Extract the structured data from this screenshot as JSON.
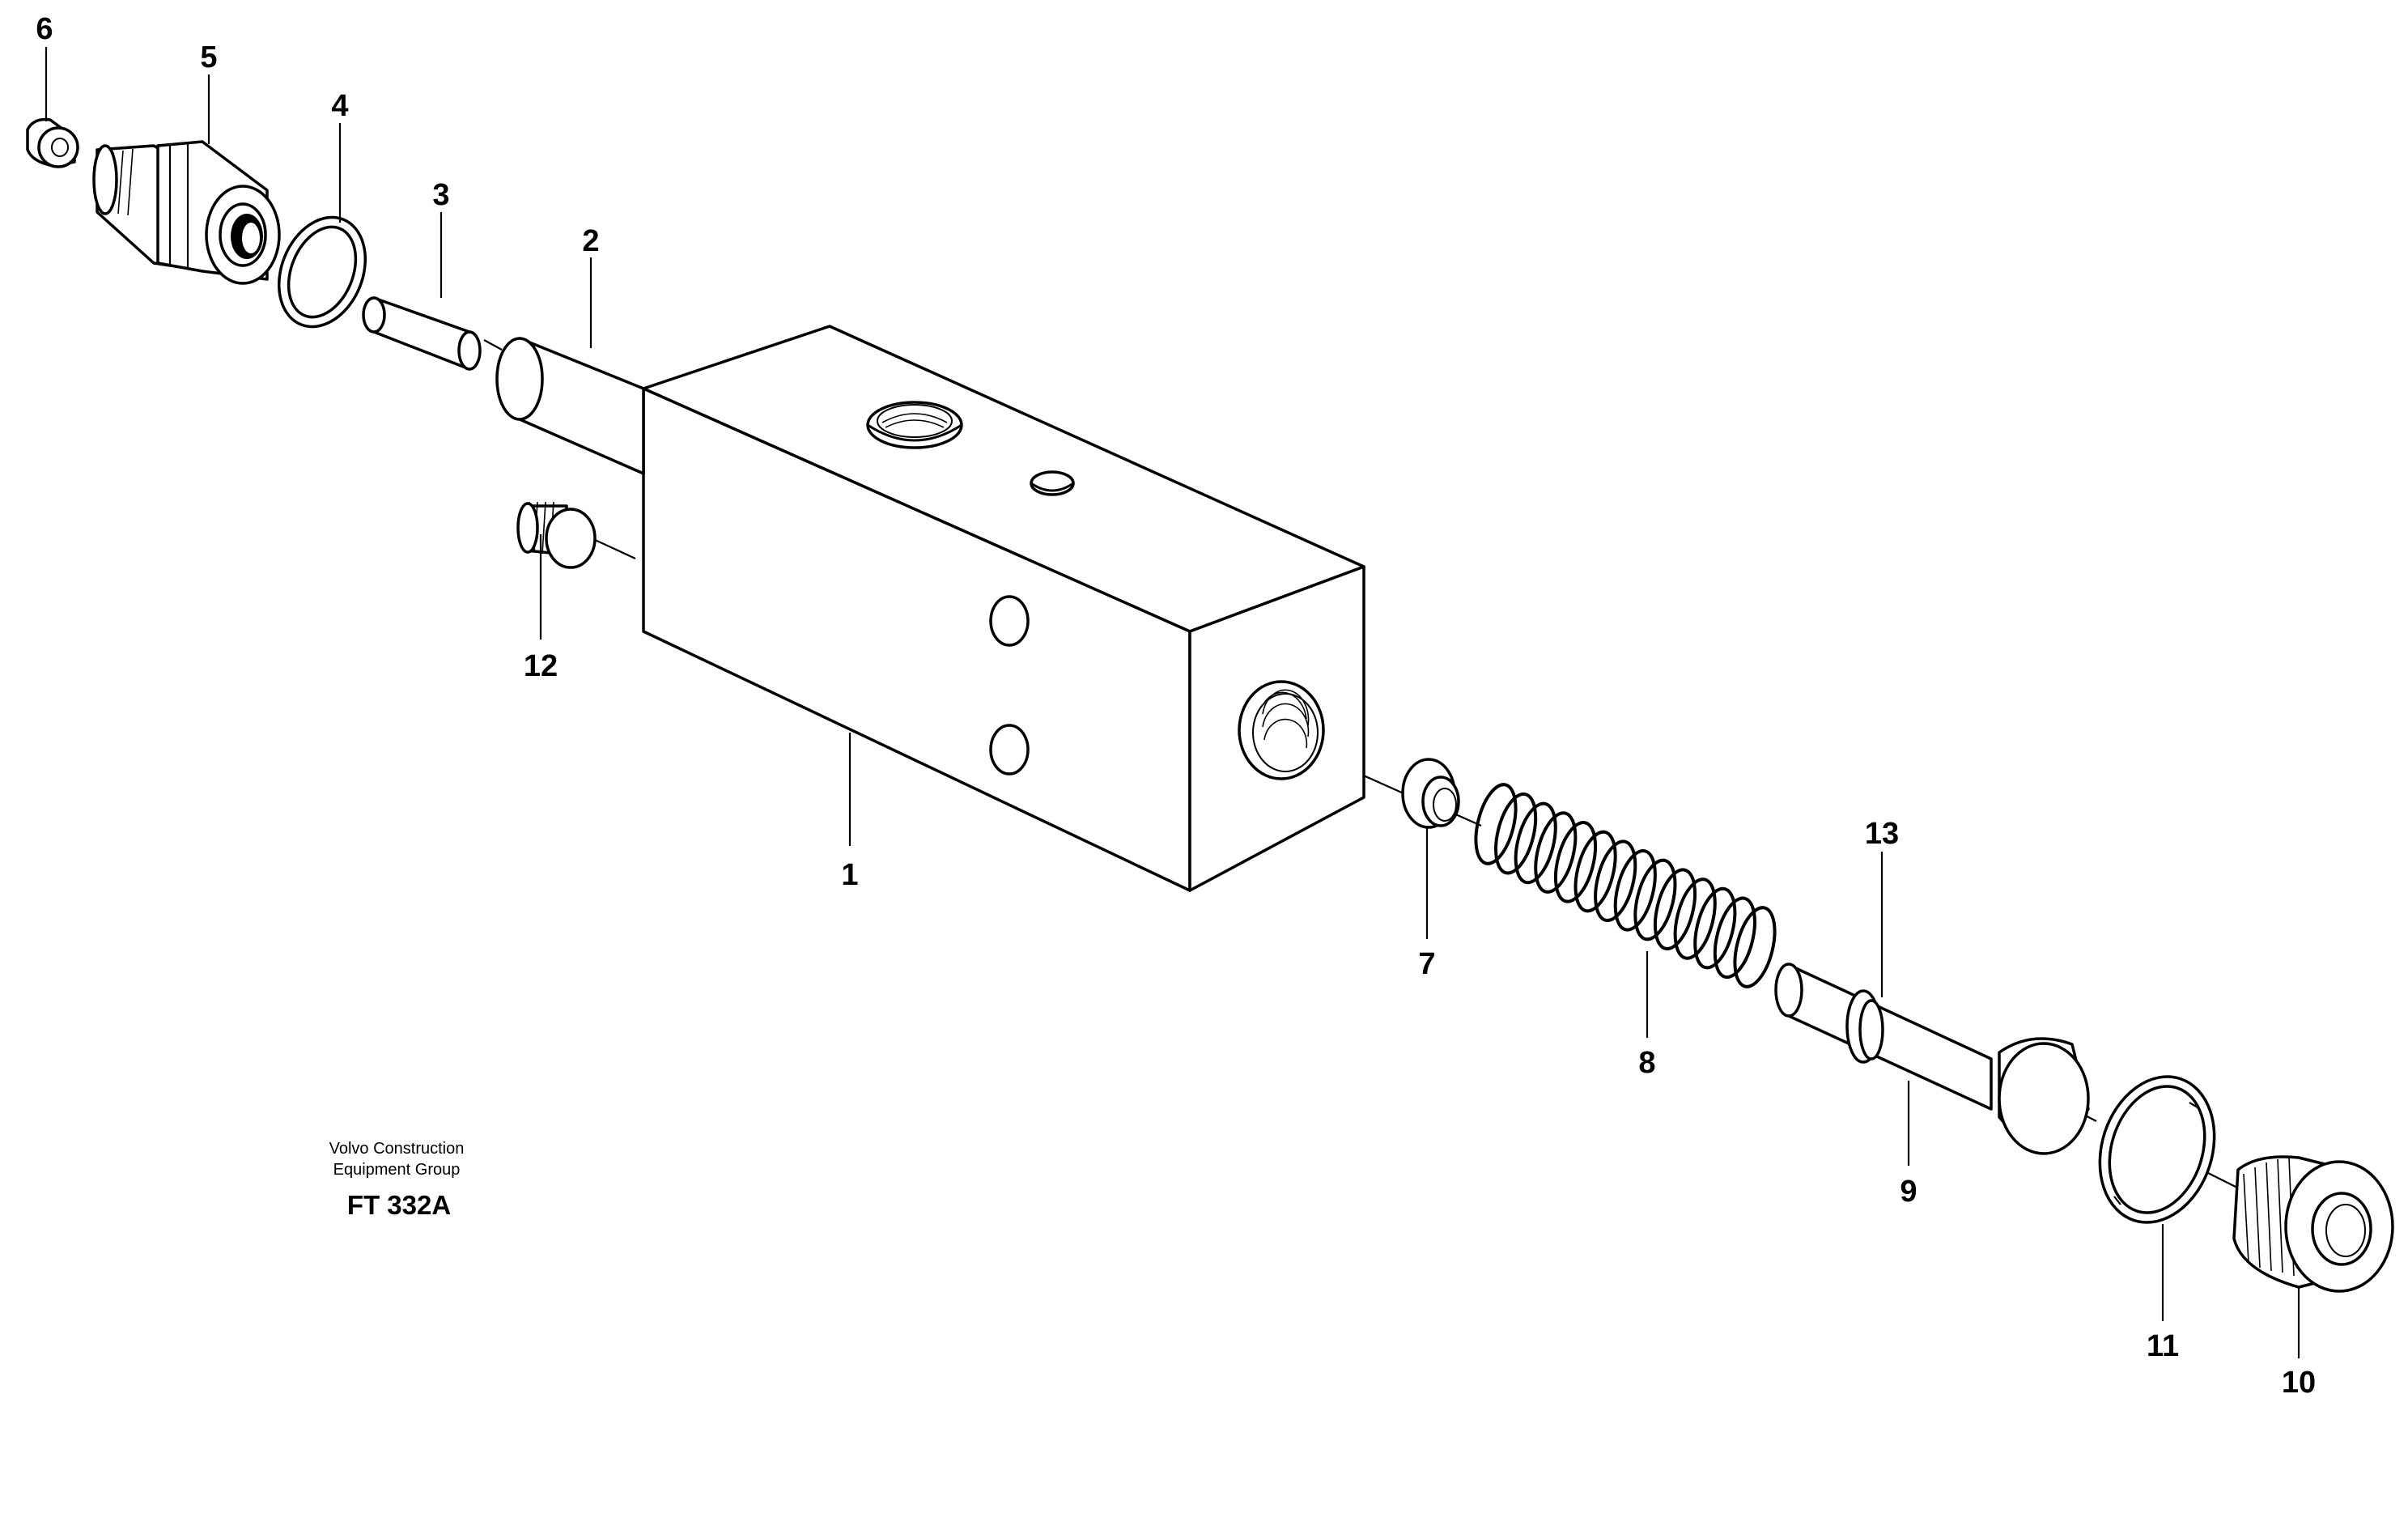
{
  "callouts": [
    "1",
    "2",
    "3",
    "4",
    "5",
    "6",
    "7",
    "8",
    "9",
    "10",
    "11",
    "12",
    "13"
  ],
  "credit": {
    "line1": "Volvo Construction",
    "line2": "Equipment Group",
    "code": "FT 332A"
  },
  "colors": {
    "ink": "#000000",
    "paper": "#ffffff"
  }
}
